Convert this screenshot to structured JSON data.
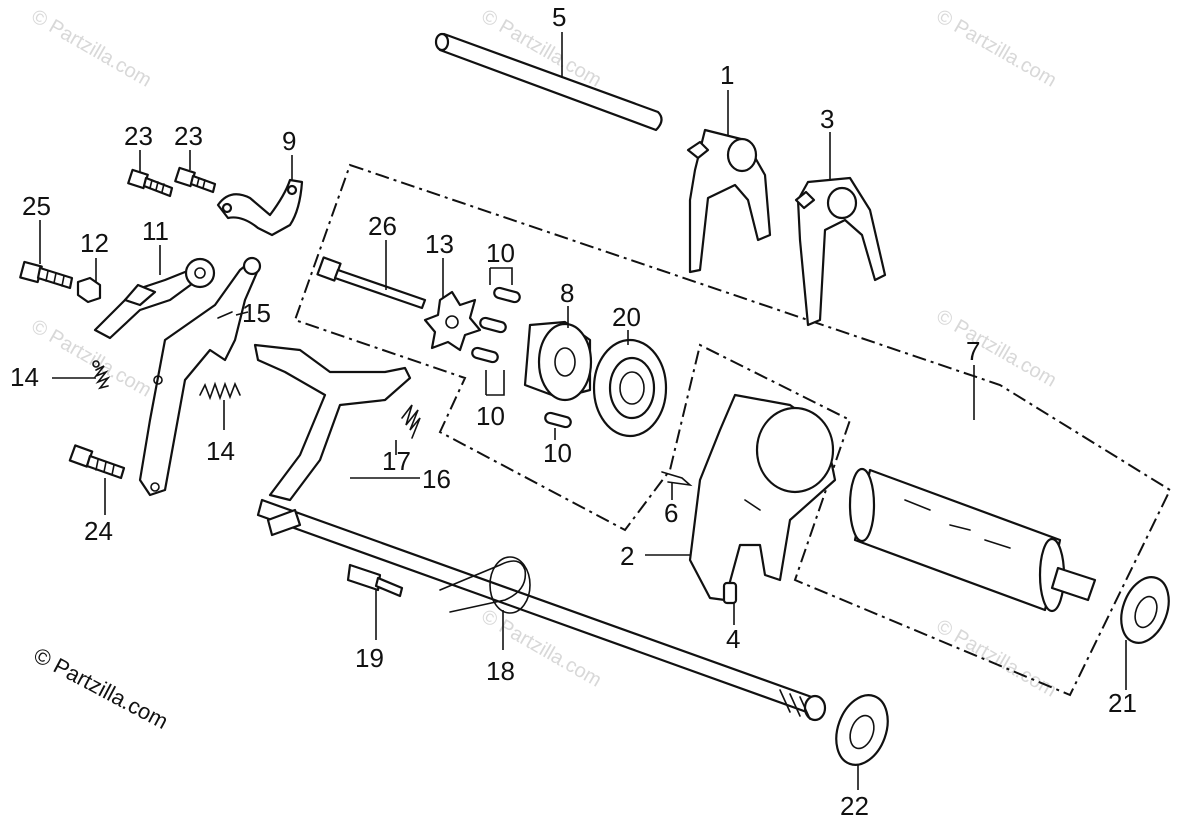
{
  "diagram": {
    "copyright": "© Partzilla.com",
    "watermark_text": "© Partzilla.com",
    "part_labels": {
      "p1": "1",
      "p2": "2",
      "p3": "3",
      "p4": "4",
      "p5": "5",
      "p6": "6",
      "p7": "7",
      "p8": "8",
      "p9": "9",
      "p10a": "10",
      "p10b": "10",
      "p10c": "10",
      "p11": "11",
      "p12": "12",
      "p13": "13",
      "p14a": "14",
      "p14b": "14",
      "p15": "15",
      "p16": "16",
      "p17": "17",
      "p18": "18",
      "p19": "19",
      "p20": "20",
      "p21": "21",
      "p22": "22",
      "p23a": "23",
      "p23b": "23",
      "p24": "24",
      "p25": "25",
      "p26": "26"
    }
  }
}
